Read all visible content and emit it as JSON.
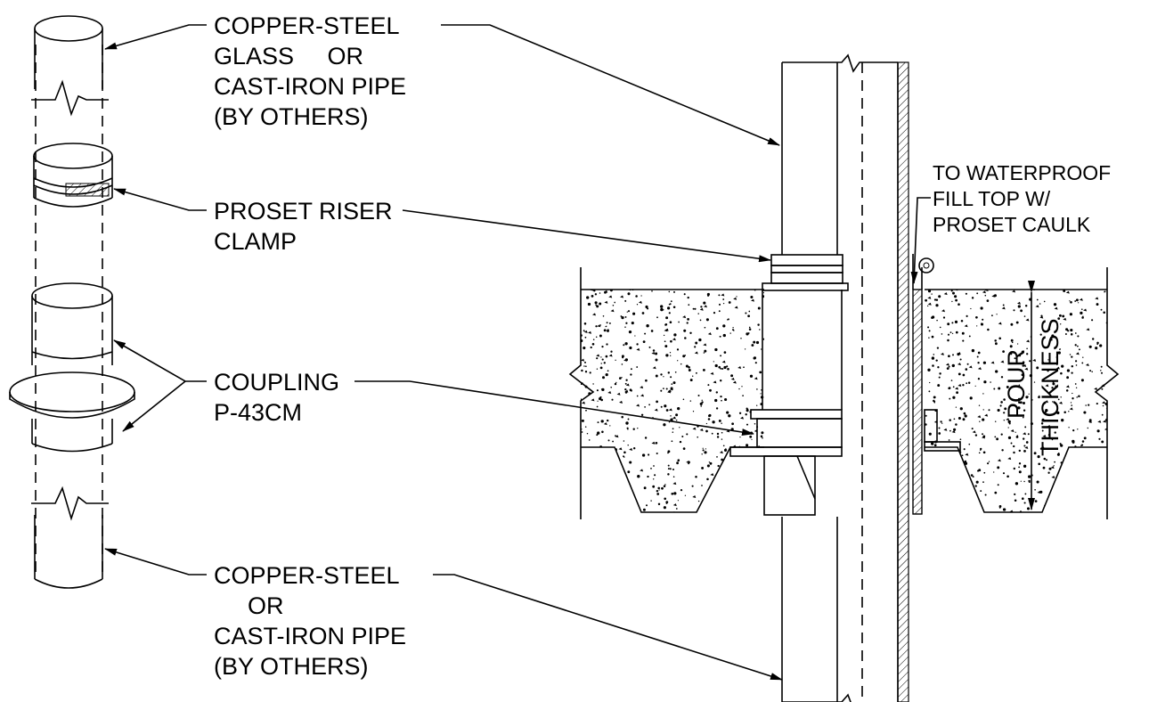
{
  "labels": {
    "pipe_top": [
      "COPPER-STEEL",
      "GLASS     OR",
      "CAST-IRON PIPE",
      "(BY OTHERS)"
    ],
    "riser_clamp": [
      "PROSET RISER",
      "CLAMP"
    ],
    "coupling": [
      "COUPLING",
      "P-43CM"
    ],
    "pipe_bottom": [
      "COPPER-STEEL",
      "OR",
      "CAST-IRON PIPE",
      "(BY OTHERS)"
    ],
    "waterproof": [
      "TO WATERPROOF",
      "FILL TOP W/",
      "PROSET CAULK"
    ],
    "pour_thickness": [
      "POUR",
      "THICKNESS"
    ]
  }
}
